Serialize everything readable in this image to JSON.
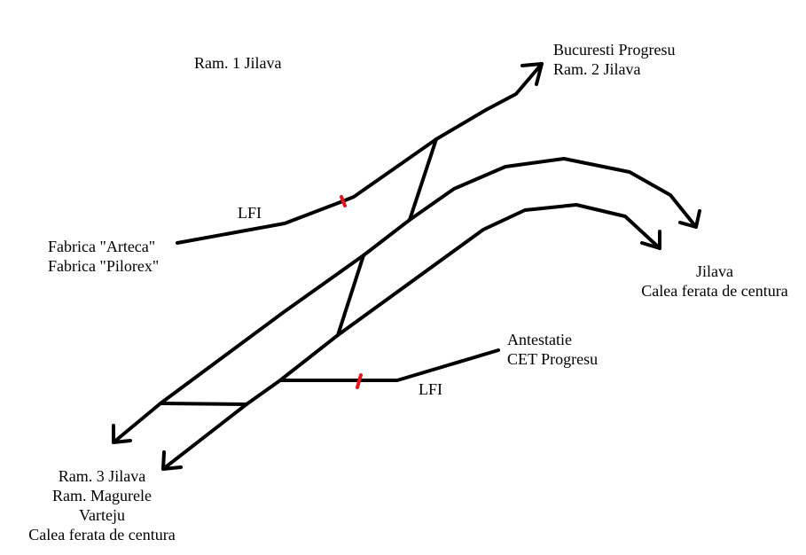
{
  "colors": {
    "track": "#000000",
    "marker": "#e8141b",
    "text": "#000000",
    "background": "#ffffff"
  },
  "labels": {
    "ram1": "Ram. 1 Jilava",
    "top_right": [
      "Bucuresti Progresu",
      "Ram. 2 Jilava"
    ],
    "lfi_upper": "LFI",
    "left": [
      "Fabrica \"Arteca\"",
      "Fabrica \"Pilorex\""
    ],
    "right": [
      "Jilava",
      "Calea ferata de centura"
    ],
    "mid_right": [
      "Antestatie",
      "CET Progresu"
    ],
    "lfi_lower": "LFI",
    "bottom_left": [
      "Ram. 3 Jilava",
      "Ram. Magurele",
      "Varteju",
      "Calea ferata de centura"
    ]
  }
}
